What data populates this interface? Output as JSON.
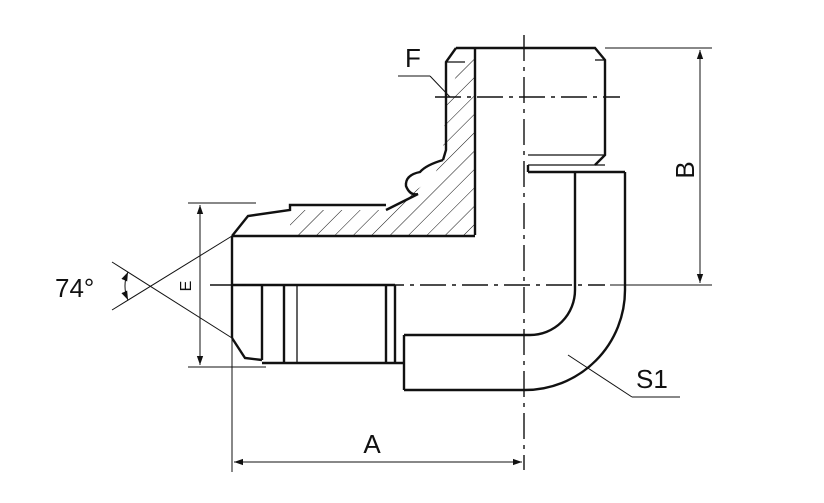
{
  "labels": {
    "angle": "74°",
    "dim_a": "A",
    "dim_b": "B",
    "dim_e": "E",
    "dim_f": "F",
    "dim_s1": "S1"
  },
  "colors": {
    "line": "#111111",
    "background": "#ffffff"
  }
}
